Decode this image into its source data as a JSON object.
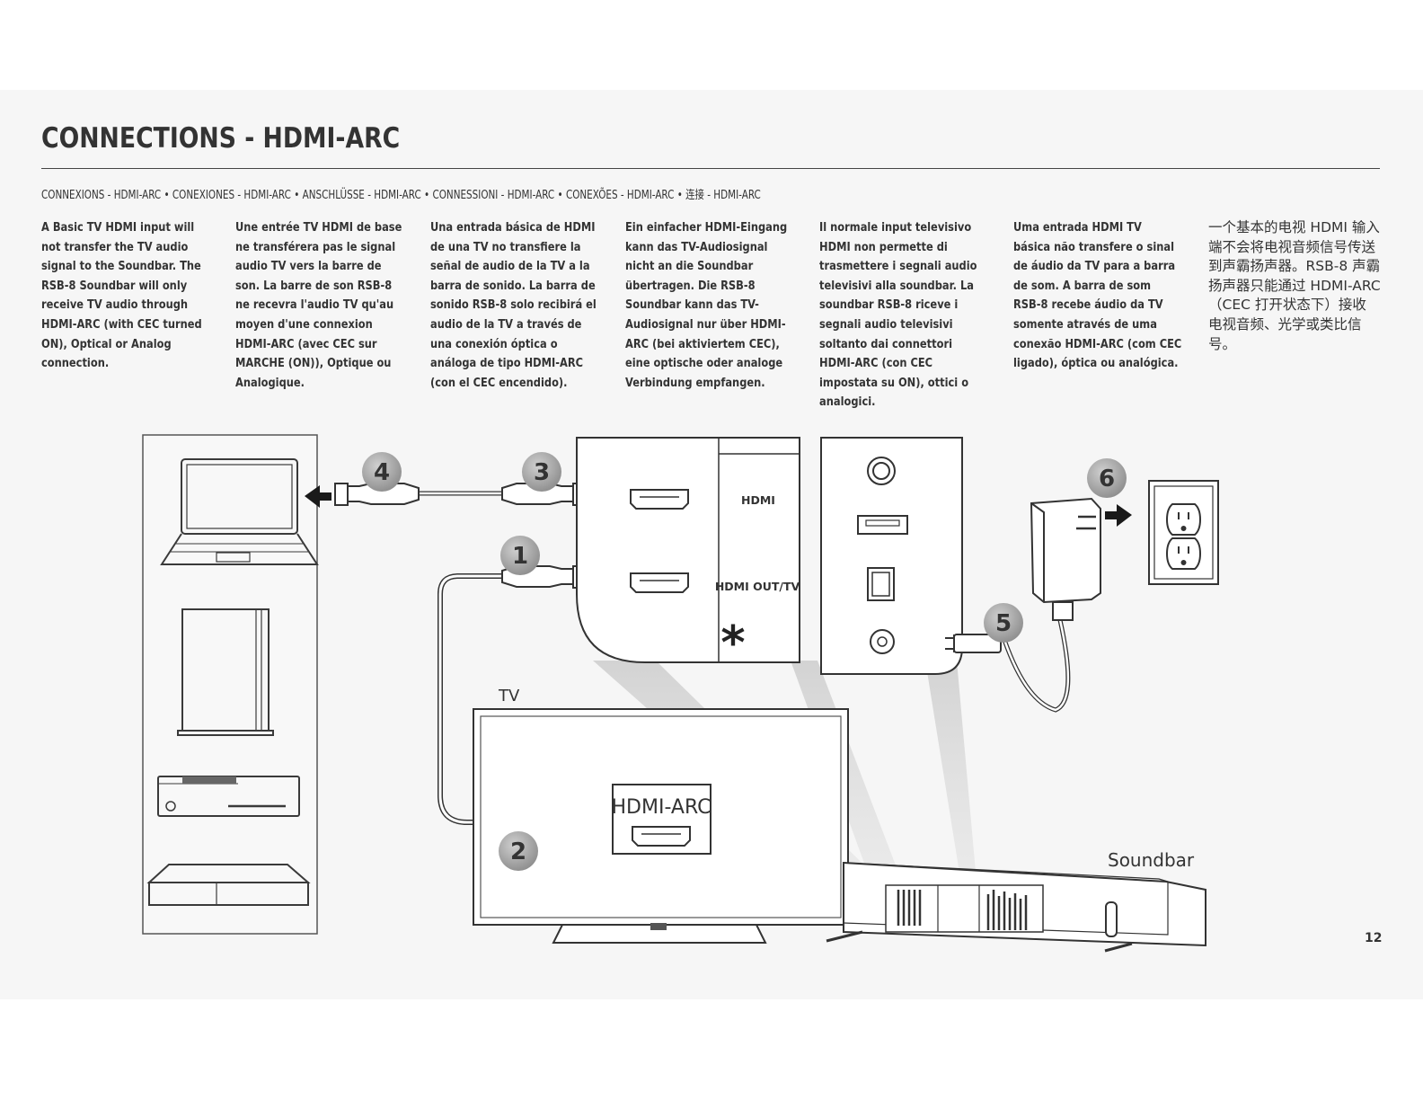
{
  "title": "CONNECTIONS - HDMI-ARC",
  "subtitle": "CONNEXIONS - HDMI-ARC • CONEXIONES - HDMI-ARC • ANSCHLÜSSE - HDMI-ARC • CONNESSIONI - HDMI-ARC • CONEXÕES - HDMI-ARC • 连接 - HDMI-ARC",
  "columns": [
    {
      "lang": "en",
      "text": "A Basic TV HDMI input will not transfer the TV audio signal to the Soundbar. The RSB-8 Soundbar will only receive TV audio through HDMI-ARC (with CEC turned ON), Optical or Analog connection."
    },
    {
      "lang": "fr",
      "text": "Une entrée TV HDMI de base ne transférera pas le signal audio TV vers la barre de son. La barre de son RSB-8 ne recevra l'audio TV qu'au moyen d'une connexion HDMI-ARC (avec CEC sur MARCHE (ON)), Optique ou Analogique."
    },
    {
      "lang": "es",
      "text": "Una entrada básica de HDMI de una TV no transfiere la señal de audio de la TV a la barra de sonido. La barra de sonido RSB-8 solo recibirá el audio de la TV a través de una conexión óptica o análoga de tipo HDMI-ARC (con el CEC encendido)."
    },
    {
      "lang": "de",
      "text": "Ein einfacher HDMI-Eingang kann das TV-Audiosignal nicht an die Soundbar übertragen. Die RSB-8 Soundbar kann das TV-Audiosignal nur über HDMI-ARC (bei aktiviertem CEC), eine optische oder analoge Verbindung empfangen."
    },
    {
      "lang": "it",
      "text": "Il normale input televisivo HDMI non permette di trasmettere i segnali audio televisivi alla soundbar. La soundbar RSB-8 riceve i segnali audio televisivi soltanto dai connettori HDMI-ARC (con CEC impostata su ON), ottici o analogici."
    },
    {
      "lang": "pt",
      "text": "Uma entrada HDMI TV básica não transfere o sinal de áudio da TV para a barra de som. A barra de som RSB-8 recebe áudio da TV somente através de uma conexão HDMI-ARC (com CEC ligado), óptica ou analógica."
    },
    {
      "lang": "zh",
      "text": "一个基本的电视 HDMI 输入端不会将电视音频信号传送到声霸扬声器。RSB-8 声霸扬声器只能通过 HDMI-ARC（CEC 打开状态下）接收 电视音频、光学或类比信号。"
    }
  ],
  "diagram": {
    "callouts": [
      "1",
      "2",
      "3",
      "4",
      "5",
      "6"
    ],
    "port_hdmi": "HDMI",
    "port_hdmi_out": "HDMI OUT/TV",
    "asterisk": "*",
    "tv_label": "TV",
    "tv_port_label": "HDMI-ARC",
    "soundbar_label": "Soundbar"
  },
  "page_number": "12"
}
